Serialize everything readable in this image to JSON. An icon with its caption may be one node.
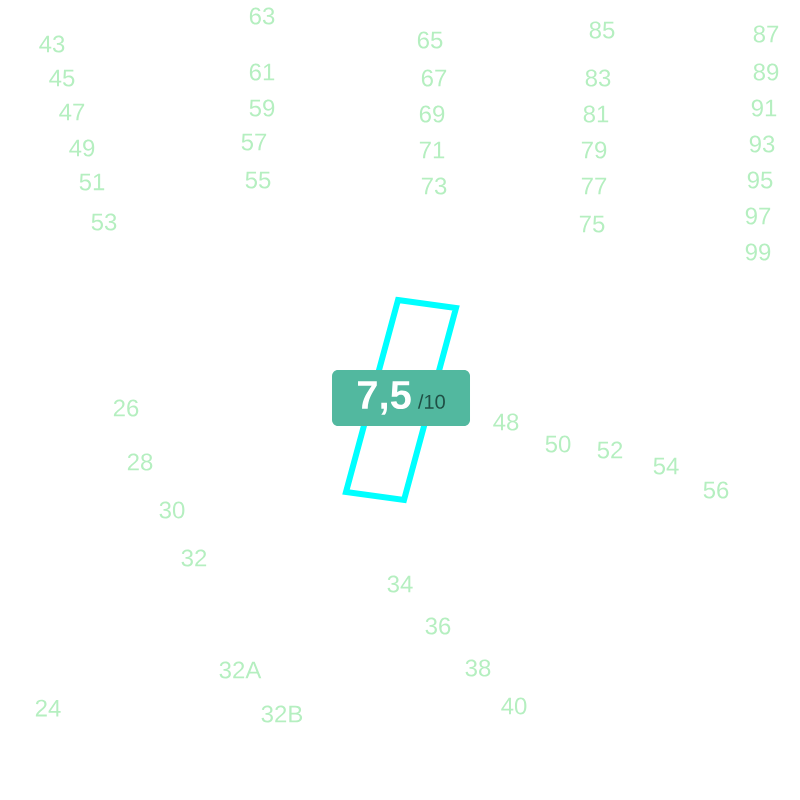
{
  "diagram": {
    "nodes": [
      {
        "text": [
          "7,5",
          "/10"
        ]
      }
    ],
    "labels": [
      "63",
      "43",
      "65",
      "85",
      "87",
      "45",
      "61",
      "67",
      "83",
      "89",
      "47",
      "59",
      "69",
      "81",
      "91",
      "49",
      "57",
      "71",
      "79",
      "93",
      "51",
      "55",
      "73",
      "77",
      "95",
      "53",
      "75",
      "97",
      "99",
      "26",
      "48",
      "50",
      "52",
      "28",
      "54",
      "56",
      "30",
      "32",
      "34",
      "36",
      "32A",
      "38",
      "24",
      "40",
      "32B"
    ]
  }
}
